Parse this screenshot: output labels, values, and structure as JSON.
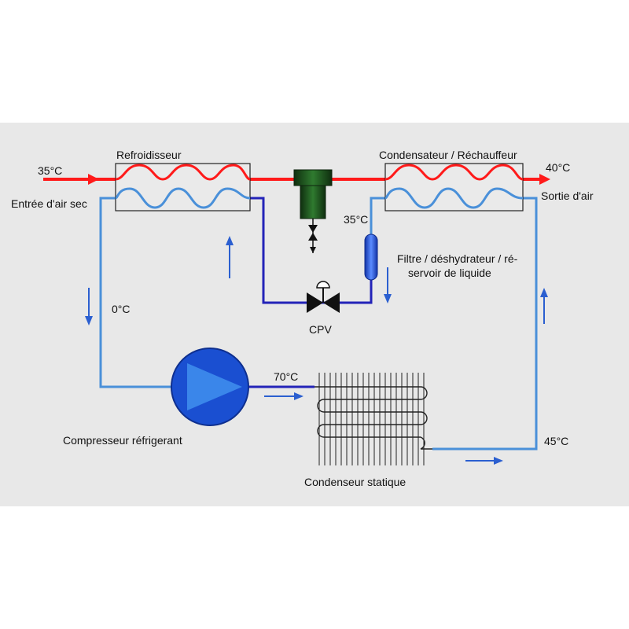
{
  "labels": {
    "cooler": "Refroidisseur",
    "condenser_reheater": "Condensateur / Réchauffeur",
    "air_inlet": "Entrée d'air sec",
    "air_outlet": "Sortie d'air",
    "inlet_temp": "35°C",
    "outlet_temp": "40°C",
    "liquid_temp": "35°C",
    "evap_temp": "0°C",
    "discharge_temp": "70°C",
    "static_temp": "45°C",
    "filter_line1": "Filtre / déshydrateur / ré-",
    "filter_line2": "servoir de liquide",
    "valve": "CPV",
    "compressor": "Compresseur réfrigerant",
    "static_condenser": "Condenseur statique"
  },
  "colors": {
    "panel_bg": "#e8e8e8",
    "air_flow": "#ff1a1a",
    "refrigerant_light": "#4a90d9",
    "refrigerant_dark": "#2323b8",
    "arrow_blue": "#2b5fd0",
    "compressor": "#1a4fd1",
    "drain_trap": "#1d4a1d"
  }
}
